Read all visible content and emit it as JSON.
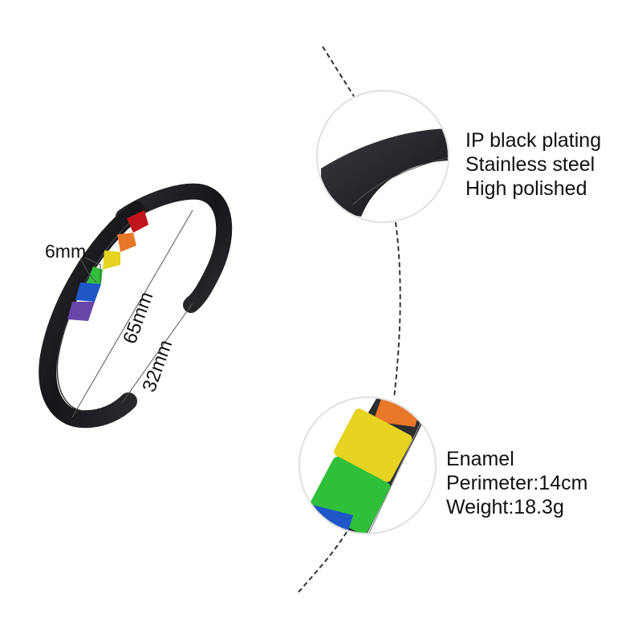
{
  "product": {
    "name": "Rainbow enamel cuff bracelet",
    "stripe_colors": [
      "#c0151c",
      "#e8772a",
      "#e6d322",
      "#2fbf3a",
      "#1f56c8",
      "#6a45a8"
    ],
    "band_color": "#1e1f22"
  },
  "dimensions": {
    "stripe_width": "6mm",
    "diameter": "65mm",
    "opening": "32mm"
  },
  "callout_top": {
    "lines": [
      "IP black plating",
      "Stainless steel",
      "High polished"
    ]
  },
  "callout_bottom": {
    "lines": [
      "Enamel",
      "Perimeter:14cm",
      "Weight:18.3g"
    ]
  }
}
